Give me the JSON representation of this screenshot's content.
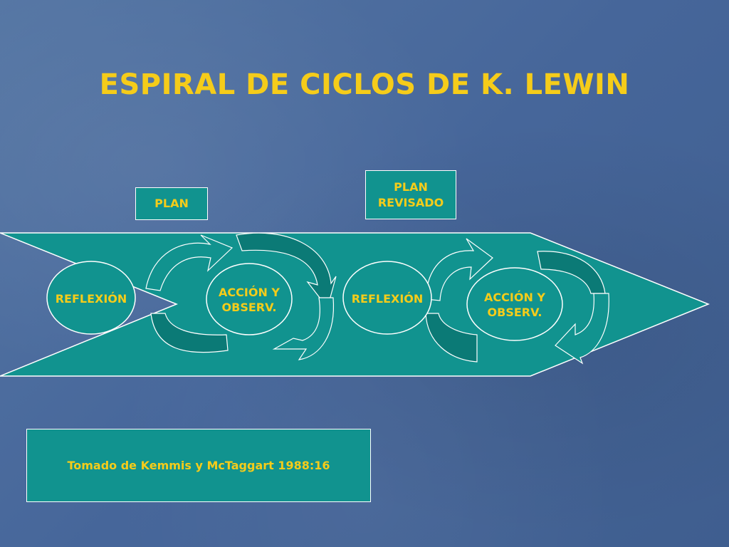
{
  "title": "ESPIRAL DE CICLOS DE K. LEWIN",
  "plan_boxes": [
    {
      "line1": "PLAN",
      "line2": ""
    },
    {
      "line1": "PLAN",
      "line2": "REVISADO"
    }
  ],
  "nodes": [
    {
      "line1": "REFLEXIÓN",
      "line2": ""
    },
    {
      "line1": "ACCIÓN Y",
      "line2": "OBSERV."
    },
    {
      "line1": "REFLEXIÓN",
      "line2": ""
    },
    {
      "line1": "ACCIÓN Y",
      "line2": "OBSERV."
    }
  ],
  "source": "Tomado de Kemmis y McTaggart 1988:16",
  "colors": {
    "teal": "#11938f",
    "dark_teal": "#0b7a76",
    "text_yellow": "#f5cc1a",
    "outline": "#ffffff"
  }
}
